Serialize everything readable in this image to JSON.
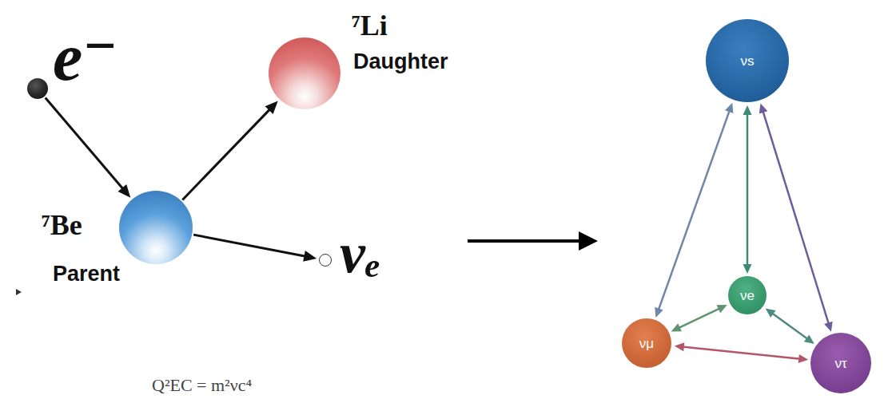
{
  "diagram": {
    "nodes": [
      {
        "text": [
          "e⁻"
        ]
      },
      {
        "text": [
          "⁷Be",
          "Parent"
        ]
      },
      {
        "text": [
          "⁷Li",
          "Daughter"
        ]
      },
      {
        "text": [
          "νₑ"
        ]
      },
      {
        "text": [
          "νs"
        ]
      },
      {
        "text": [
          "νe"
        ]
      },
      {
        "text": [
          "νμ"
        ]
      },
      {
        "text": [
          "ντ"
        ]
      }
    ],
    "edges": [
      {
        "from": 0,
        "to": 1,
        "arrow": "to"
      },
      {
        "from": 1,
        "to": 2,
        "arrow": "to"
      },
      {
        "from": 1,
        "to": 3,
        "arrow": "to"
      },
      {
        "from": 4,
        "to": 6,
        "arrow": "both"
      },
      {
        "from": 4,
        "to": 5,
        "arrow": "both"
      },
      {
        "from": 4,
        "to": 7,
        "arrow": "both"
      },
      {
        "from": 5,
        "to": 6,
        "arrow": "both"
      },
      {
        "from": 5,
        "to": 7,
        "arrow": "both"
      },
      {
        "from": 6,
        "to": 7,
        "arrow": "both"
      }
    ],
    "labels": [
      "Q²EC = m²νc⁴"
    ]
  }
}
